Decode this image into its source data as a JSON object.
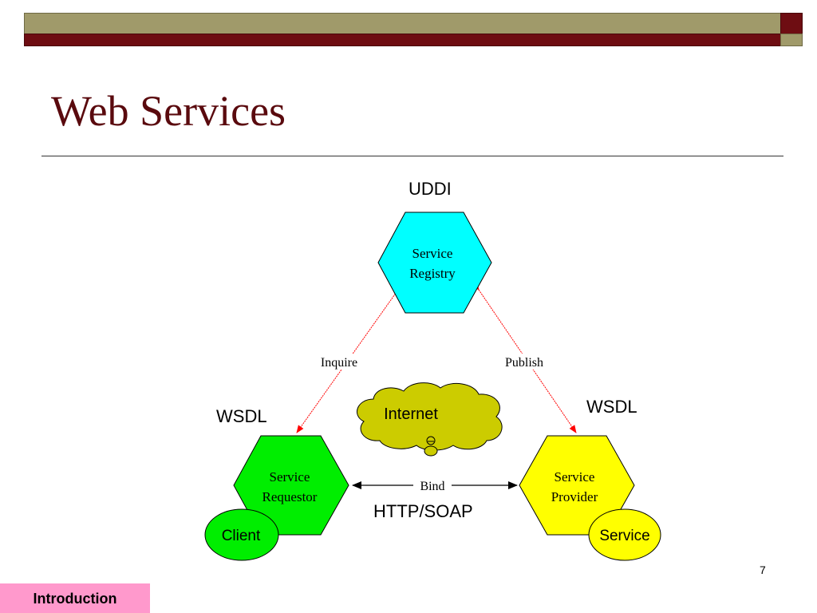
{
  "slide": {
    "title": "Web Services",
    "page_number": "7",
    "footer_tab": "Introduction"
  },
  "diagram": {
    "annotations": {
      "uddi": "UDDI",
      "wsdl_left": "WSDL",
      "wsdl_right": "WSDL",
      "protocol": "HTTP/SOAP"
    },
    "nodes": {
      "registry": {
        "line1": "Service",
        "line2": "Registry",
        "color": "#00ffff"
      },
      "requestor": {
        "line1": "Service",
        "line2": "Requestor",
        "color": "#00ee00"
      },
      "provider": {
        "line1": "Service",
        "line2": "Provider",
        "color": "#ffff00"
      },
      "client": {
        "label": "Client",
        "color": "#00ee00"
      },
      "service": {
        "label": "Service",
        "color": "#ffff00"
      },
      "internet": {
        "label": "Internet",
        "color": "#cccc00"
      }
    },
    "edges": {
      "inquire": "Inquire",
      "publish": "Publish",
      "bind": "Bind"
    },
    "colors": {
      "arrow_red": "#ff0000",
      "arrow_black": "#000000",
      "title_maroon": "#5a0a0e",
      "footer_pink": "#ff99cc"
    }
  }
}
